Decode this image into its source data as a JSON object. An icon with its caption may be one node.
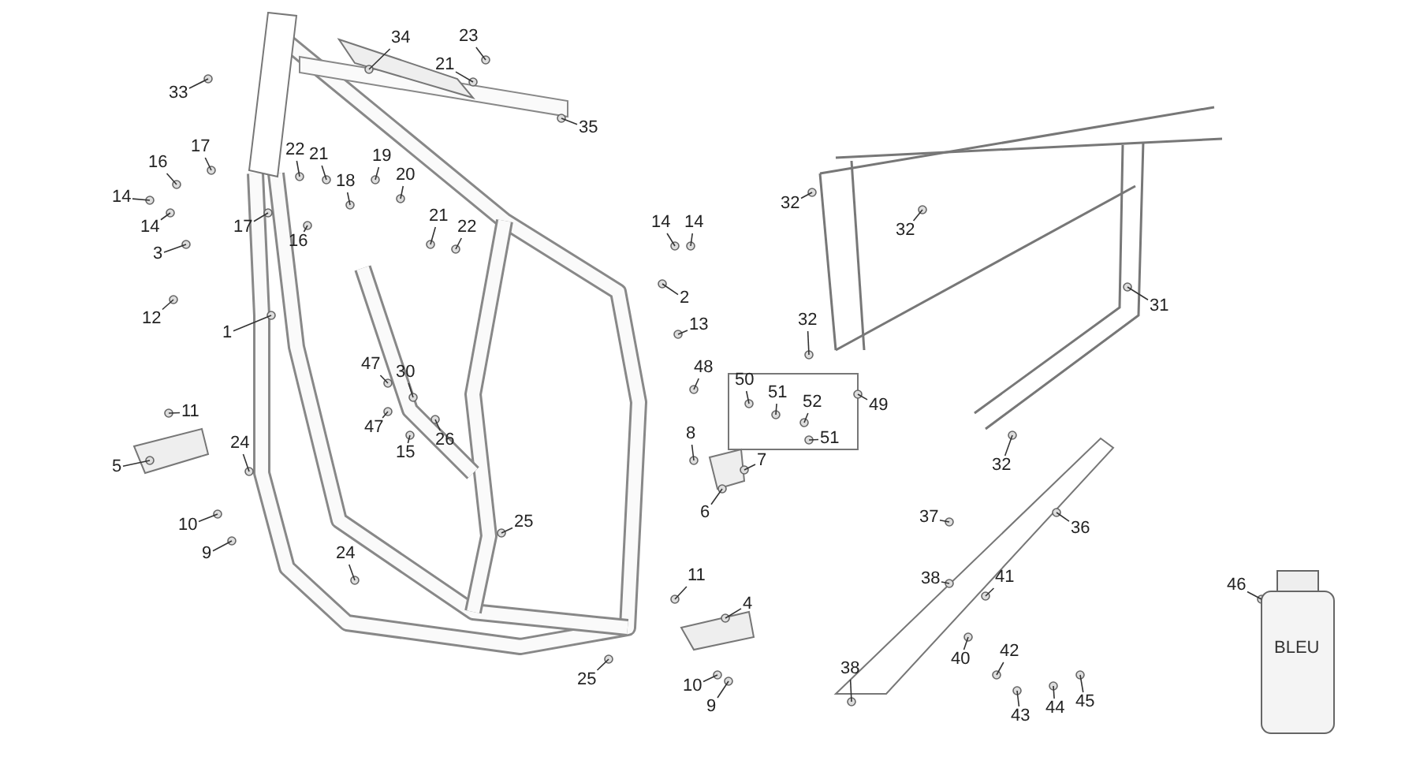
{
  "diagram": {
    "nodes": [
      {
        "text": [
          "34"
        ]
      },
      {
        "text": [
          "23"
        ]
      },
      {
        "text": [
          "21"
        ]
      },
      {
        "text": [
          "33"
        ]
      },
      {
        "text": [
          "35"
        ]
      },
      {
        "text": [
          "16"
        ]
      },
      {
        "text": [
          "17"
        ]
      },
      {
        "text": [
          "22"
        ]
      },
      {
        "text": [
          "21"
        ]
      },
      {
        "text": [
          "19"
        ]
      },
      {
        "text": [
          "18"
        ]
      },
      {
        "text": [
          "20"
        ]
      },
      {
        "text": [
          "14"
        ]
      },
      {
        "text": [
          "14"
        ]
      },
      {
        "text": [
          "17"
        ]
      },
      {
        "text": [
          "16"
        ]
      },
      {
        "text": [
          "21"
        ]
      },
      {
        "text": [
          "22"
        ]
      },
      {
        "text": [
          "14"
        ]
      },
      {
        "text": [
          "14"
        ]
      },
      {
        "text": [
          "3"
        ]
      },
      {
        "text": [
          "2"
        ]
      },
      {
        "text": [
          "12"
        ]
      },
      {
        "text": [
          "13"
        ]
      },
      {
        "text": [
          "1"
        ]
      },
      {
        "text": [
          "32"
        ]
      },
      {
        "text": [
          "32"
        ]
      },
      {
        "text": [
          "31"
        ]
      },
      {
        "text": [
          "32"
        ]
      },
      {
        "text": [
          "48"
        ]
      },
      {
        "text": [
          "50"
        ]
      },
      {
        "text": [
          "51"
        ]
      },
      {
        "text": [
          "49"
        ]
      },
      {
        "text": [
          "52"
        ]
      },
      {
        "text": [
          "51"
        ]
      },
      {
        "text": [
          "47"
        ]
      },
      {
        "text": [
          "30"
        ]
      },
      {
        "text": [
          "47"
        ]
      },
      {
        "text": [
          "26"
        ]
      },
      {
        "text": [
          "15"
        ]
      },
      {
        "text": [
          "11"
        ]
      },
      {
        "text": [
          "24"
        ]
      },
      {
        "text": [
          "5"
        ]
      },
      {
        "text": [
          "8"
        ]
      },
      {
        "text": [
          "7"
        ]
      },
      {
        "text": [
          "6"
        ]
      },
      {
        "text": [
          "32"
        ]
      },
      {
        "text": [
          "37"
        ]
      },
      {
        "text": [
          "36"
        ]
      },
      {
        "text": [
          "10"
        ]
      },
      {
        "text": [
          "9"
        ]
      },
      {
        "text": [
          "25"
        ]
      },
      {
        "text": [
          "24"
        ]
      },
      {
        "text": [
          "11"
        ]
      },
      {
        "text": [
          "38"
        ]
      },
      {
        "text": [
          "41"
        ]
      },
      {
        "text": [
          "4"
        ]
      },
      {
        "text": [
          "40"
        ]
      },
      {
        "text": [
          "42"
        ]
      },
      {
        "text": [
          "25"
        ]
      },
      {
        "text": [
          "10"
        ]
      },
      {
        "text": [
          "38"
        ]
      },
      {
        "text": [
          "9"
        ]
      },
      {
        "text": [
          "43"
        ]
      },
      {
        "text": [
          "44"
        ]
      },
      {
        "text": [
          "45"
        ]
      },
      {
        "text": [
          "46"
        ]
      }
    ],
    "edges": [
      {
        "from": 0,
        "to": null,
        "arrow": "none"
      },
      {
        "from": 1,
        "to": null,
        "arrow": "none"
      },
      {
        "from": 2,
        "to": null,
        "arrow": "none"
      },
      {
        "from": 3,
        "to": null,
        "arrow": "none"
      },
      {
        "from": 4,
        "to": null,
        "arrow": "none"
      },
      {
        "from": 5,
        "to": null,
        "arrow": "none"
      },
      {
        "from": 6,
        "to": null,
        "arrow": "none"
      },
      {
        "from": 7,
        "to": null,
        "arrow": "none"
      },
      {
        "from": 8,
        "to": null,
        "arrow": "none"
      },
      {
        "from": 9,
        "to": null,
        "arrow": "none"
      },
      {
        "from": 10,
        "to": null,
        "arrow": "none"
      },
      {
        "from": 11,
        "to": null,
        "arrow": "none"
      },
      {
        "from": 12,
        "to": null,
        "arrow": "none"
      },
      {
        "from": 13,
        "to": null,
        "arrow": "none"
      },
      {
        "from": 14,
        "to": null,
        "arrow": "none"
      },
      {
        "from": 15,
        "to": null,
        "arrow": "none"
      },
      {
        "from": 16,
        "to": null,
        "arrow": "none"
      },
      {
        "from": 17,
        "to": null,
        "arrow": "none"
      },
      {
        "from": 18,
        "to": null,
        "arrow": "none"
      },
      {
        "from": 19,
        "to": null,
        "arrow": "none"
      },
      {
        "from": 20,
        "to": null,
        "arrow": "none"
      },
      {
        "from": 21,
        "to": null,
        "arrow": "none"
      },
      {
        "from": 22,
        "to": null,
        "arrow": "none"
      },
      {
        "from": 23,
        "to": null,
        "arrow": "none"
      },
      {
        "from": 24,
        "to": null,
        "arrow": "none"
      },
      {
        "from": 25,
        "to": null,
        "arrow": "none"
      },
      {
        "from": 26,
        "to": null,
        "arrow": "none"
      },
      {
        "from": 27,
        "to": null,
        "arrow": "none"
      },
      {
        "from": 28,
        "to": null,
        "arrow": "none"
      },
      {
        "from": 29,
        "to": null,
        "arrow": "none"
      },
      {
        "from": 30,
        "to": null,
        "arrow": "none"
      },
      {
        "from": 31,
        "to": null,
        "arrow": "none"
      },
      {
        "from": 32,
        "to": null,
        "arrow": "none"
      },
      {
        "from": 33,
        "to": null,
        "arrow": "none"
      },
      {
        "from": 34,
        "to": null,
        "arrow": "none"
      },
      {
        "from": 35,
        "to": null,
        "arrow": "none"
      },
      {
        "from": 36,
        "to": null,
        "arrow": "none"
      },
      {
        "from": 37,
        "to": null,
        "arrow": "none"
      },
      {
        "from": 38,
        "to": null,
        "arrow": "none"
      },
      {
        "from": 39,
        "to": null,
        "arrow": "none"
      },
      {
        "from": 40,
        "to": null,
        "arrow": "none"
      },
      {
        "from": 41,
        "to": null,
        "arrow": "none"
      },
      {
        "from": 42,
        "to": null,
        "arrow": "none"
      },
      {
        "from": 43,
        "to": null,
        "arrow": "none"
      },
      {
        "from": 44,
        "to": null,
        "arrow": "none"
      },
      {
        "from": 45,
        "to": null,
        "arrow": "none"
      },
      {
        "from": 46,
        "to": null,
        "arrow": "none"
      },
      {
        "from": 47,
        "to": null,
        "arrow": "none"
      },
      {
        "from": 48,
        "to": null,
        "arrow": "none"
      },
      {
        "from": 49,
        "to": null,
        "arrow": "none"
      },
      {
        "from": 50,
        "to": null,
        "arrow": "none"
      },
      {
        "from": 51,
        "to": null,
        "arrow": "none"
      },
      {
        "from": 52,
        "to": null,
        "arrow": "none"
      },
      {
        "from": 53,
        "to": null,
        "arrow": "none"
      },
      {
        "from": 54,
        "to": null,
        "arrow": "none"
      },
      {
        "from": 55,
        "to": null,
        "arrow": "none"
      },
      {
        "from": 56,
        "to": null,
        "arrow": "none"
      },
      {
        "from": 57,
        "to": null,
        "arrow": "none"
      },
      {
        "from": 58,
        "to": null,
        "arrow": "none"
      },
      {
        "from": 59,
        "to": null,
        "arrow": "none"
      },
      {
        "from": 60,
        "to": null,
        "arrow": "none"
      },
      {
        "from": 61,
        "to": null,
        "arrow": "none"
      },
      {
        "from": 62,
        "to": null,
        "arrow": "none"
      },
      {
        "from": 63,
        "to": null,
        "arrow": "none"
      },
      {
        "from": 64,
        "to": null,
        "arrow": "none"
      },
      {
        "from": 65,
        "to": null,
        "arrow": "none"
      },
      {
        "from": 66,
        "to": null,
        "arrow": "none"
      }
    ],
    "labels": [
      "BLEU"
    ]
  }
}
